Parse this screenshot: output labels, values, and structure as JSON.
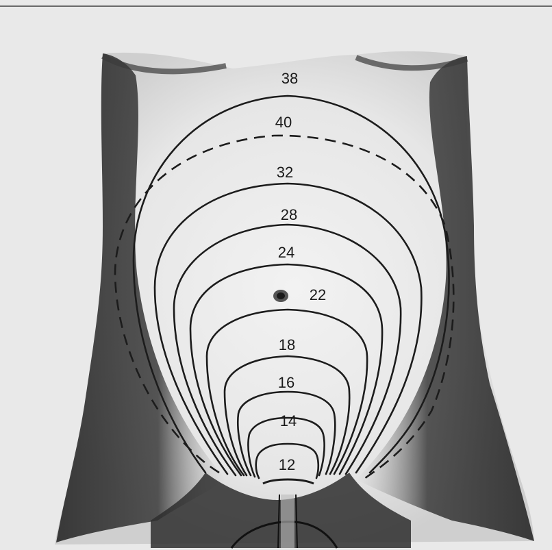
{
  "figure": {
    "labels": {
      "w38": "38",
      "w40": "40",
      "w32": "32",
      "w28": "28",
      "w24": "24",
      "w22": "22",
      "w18": "18",
      "w16": "16",
      "w14": "14",
      "w12": "12"
    }
  },
  "colors": {
    "background": "#e9e9e9",
    "ink": "#1c1c1c",
    "shadow": "#2b2b2b"
  }
}
